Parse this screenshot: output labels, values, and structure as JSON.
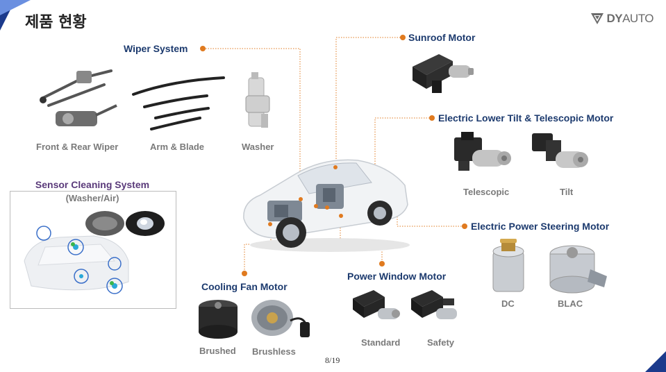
{
  "slide": {
    "title": "제품 현황",
    "logo": {
      "bold": "DY",
      "rest": "AUTO"
    },
    "page": "8/19"
  },
  "colors": {
    "accent": "#e07a1f",
    "navy": "#1c3a6e",
    "corner": "#1b3a8c"
  },
  "wiper": {
    "title": "Wiper System",
    "items": [
      "Front & Rear Wiper",
      "Arm & Blade",
      "Washer"
    ]
  },
  "sunroof": {
    "title": "Sunroof Motor"
  },
  "tilt": {
    "title": "Electric Lower Tilt & Telescopic Motor",
    "items": [
      "Telescopic",
      "Tilt"
    ]
  },
  "sensor": {
    "title": "Sensor Cleaning System",
    "subtitle": "(Washer/Air)"
  },
  "eps": {
    "title": "Electric Power Steering Motor",
    "items": [
      "DC",
      "BLAC"
    ]
  },
  "power_window": {
    "title": "Power Window Motor",
    "items": [
      "Standard",
      "Safety"
    ]
  },
  "cooling_fan": {
    "title": "Cooling Fan Motor",
    "items": [
      "Brushed",
      "Brushless"
    ]
  },
  "icons": [
    "logo-mark-icon",
    "car-cutaway-image",
    "wiper-linkage-image",
    "wiper-blade-image",
    "washer-tank-image",
    "sunroof-motor-image",
    "telescopic-motor-image",
    "tilt-motor-image",
    "dc-motor-image",
    "blac-motor-image",
    "window-motor-image",
    "fan-motor-image"
  ]
}
